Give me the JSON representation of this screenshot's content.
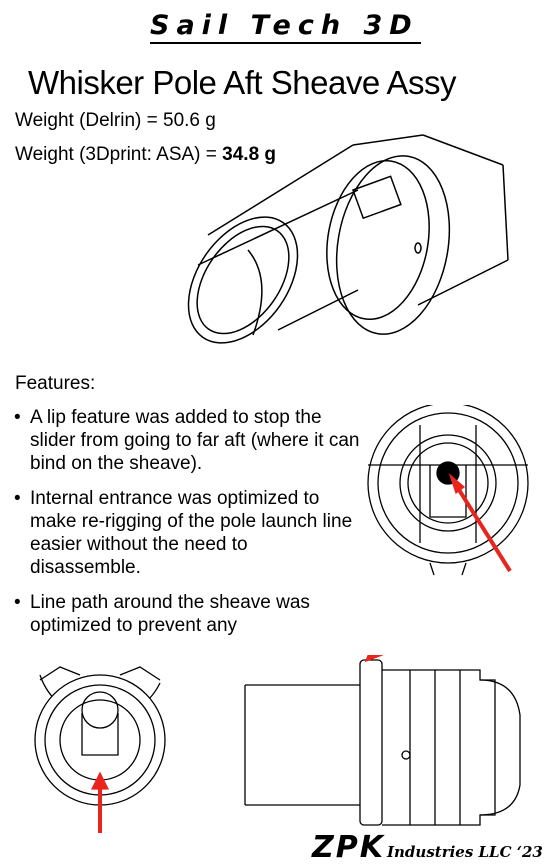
{
  "header": {
    "brand": "Sail Tech 3D",
    "title": "Whisker Pole Aft Sheave Assy"
  },
  "specs": {
    "weight_delrin": "Weight (Delrin) = 50.6 g",
    "weight_print_label": "Weight (3Dprint: ASA) = ",
    "weight_print_value": "34.8 g"
  },
  "features": {
    "heading": "Features:",
    "items": [
      "A lip feature was added to stop the slider from going to far aft (where it can bind on the sheave).",
      "Internal entrance was optimized to make re-rigging of the pole launch line easier without the need to disassemble.",
      "Line path around the sheave was optimized to prevent any"
    ]
  },
  "footer": {
    "logo": "ZPK",
    "company": "Industries LLC ‘23"
  },
  "colors": {
    "arrow": "#e8241c",
    "ink": "#000000"
  }
}
